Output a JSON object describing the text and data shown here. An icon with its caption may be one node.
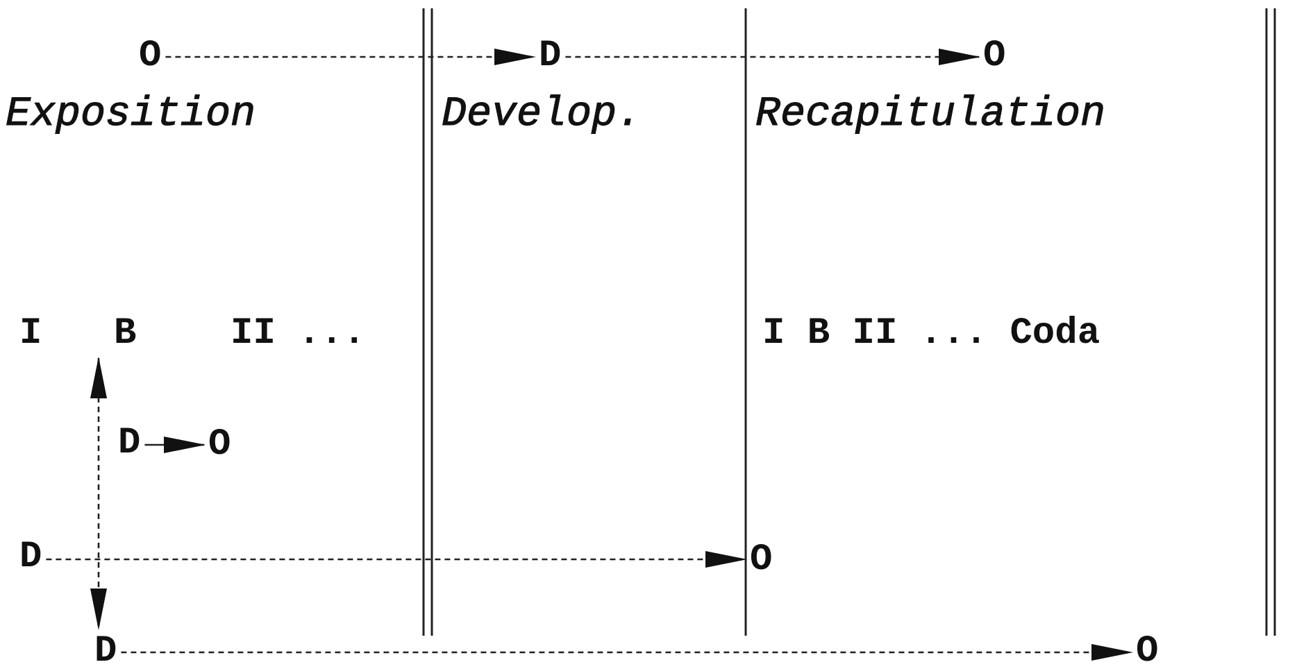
{
  "diagram": {
    "nodes": [
      {
        "text": [
          "O"
        ]
      },
      {
        "text": [
          "D"
        ]
      },
      {
        "text": [
          "O"
        ]
      },
      {
        "text": [
          "B"
        ]
      },
      {
        "text": [
          "D"
        ]
      },
      {
        "text": [
          "O"
        ]
      },
      {
        "text": [
          "D"
        ]
      },
      {
        "text": [
          "O"
        ]
      },
      {
        "text": [
          "D"
        ]
      },
      {
        "text": [
          "O"
        ]
      }
    ],
    "edges": [
      {
        "from": 0,
        "to": 1,
        "arrow": "to",
        "style": "dashed"
      },
      {
        "from": 1,
        "to": 2,
        "arrow": "to",
        "style": "dashed"
      },
      {
        "from": 4,
        "to": 5,
        "arrow": "to"
      },
      {
        "from": 6,
        "to": 7,
        "arrow": "to",
        "style": "dashed"
      },
      {
        "from": 8,
        "to": 9,
        "arrow": "to",
        "style": "dashed"
      },
      {
        "from": 3,
        "to": 8,
        "arrow": "both",
        "style": "dashed"
      }
    ],
    "labels": [
      "Exposition",
      "Develop.",
      "Recapitulation",
      "I",
      "II ...",
      "I B II ... Coda"
    ]
  }
}
